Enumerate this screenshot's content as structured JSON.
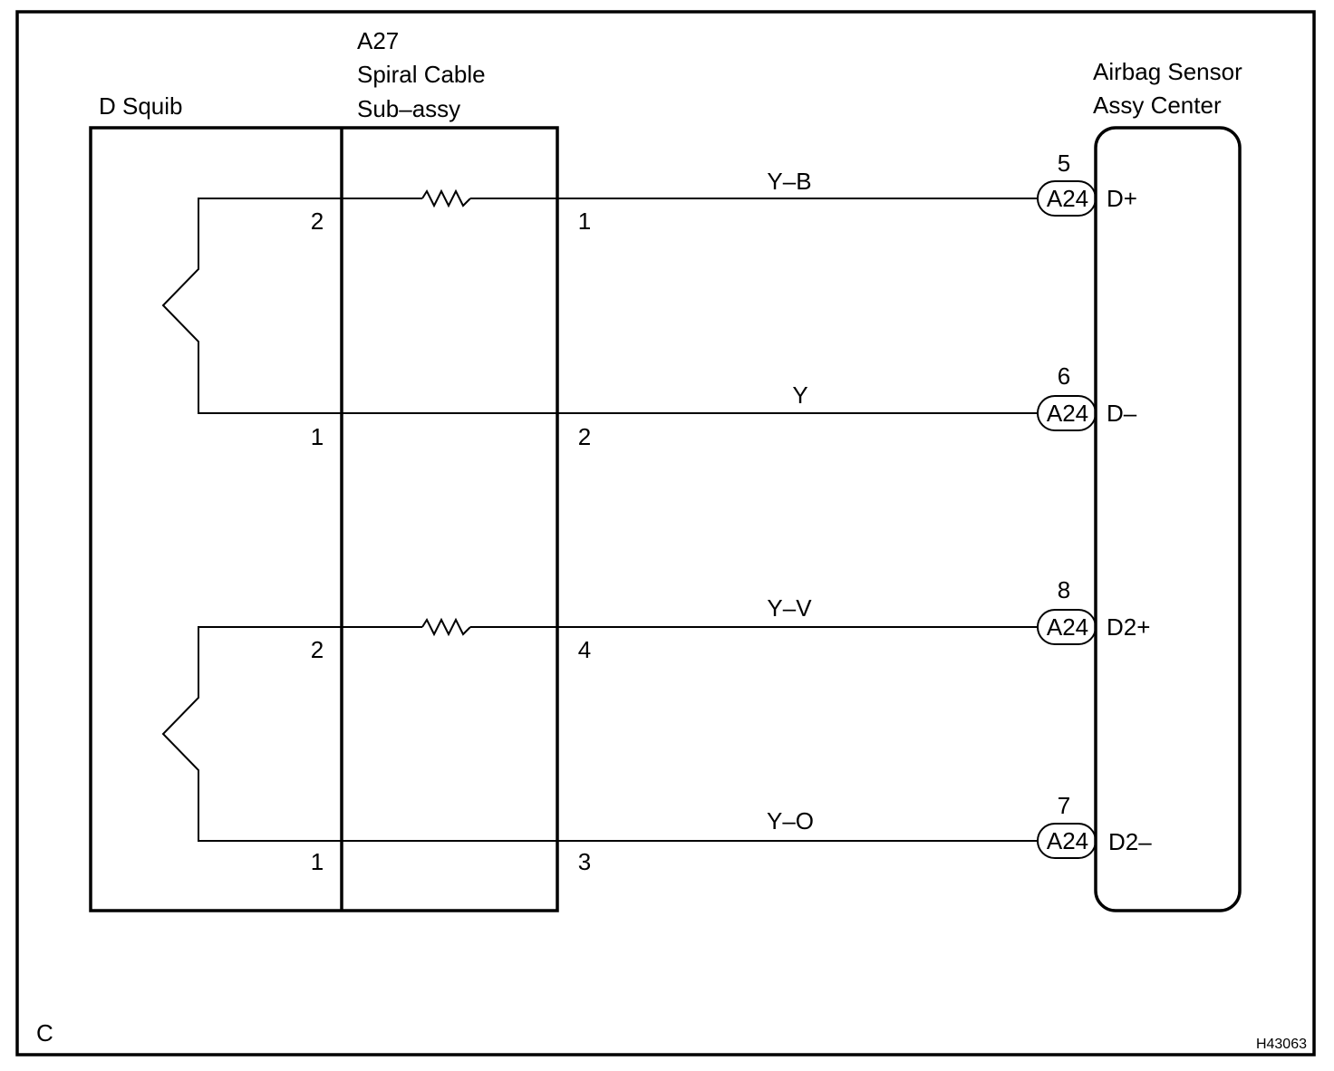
{
  "diagram": {
    "corner_letter": "C",
    "figure_code": "H43063",
    "component_left": {
      "name": "D Squib"
    },
    "component_middle": {
      "code": "A27",
      "name_line1": "Spiral Cable",
      "name_line2": "Sub–assy"
    },
    "component_right": {
      "name_line1": "Airbag Sensor",
      "name_line2": "Assy Center"
    },
    "circuits": [
      {
        "squib_pin": "2",
        "spiral_pin": "1",
        "wire_color": "Y–B",
        "ecu_pin": "5",
        "connector": "A24",
        "terminal": "D+"
      },
      {
        "squib_pin": "1",
        "spiral_pin": "2",
        "wire_color": "Y",
        "ecu_pin": "6",
        "connector": "A24",
        "terminal": "D–"
      },
      {
        "squib_pin": "2",
        "spiral_pin": "4",
        "wire_color": "Y–V",
        "ecu_pin": "8",
        "connector": "A24",
        "terminal": "D2+"
      },
      {
        "squib_pin": "1",
        "spiral_pin": "3",
        "wire_color": "Y–O",
        "ecu_pin": "7",
        "connector": "A24",
        "terminal": "D2–"
      }
    ],
    "colors": {
      "line": "#000000",
      "background": "#ffffff"
    }
  }
}
